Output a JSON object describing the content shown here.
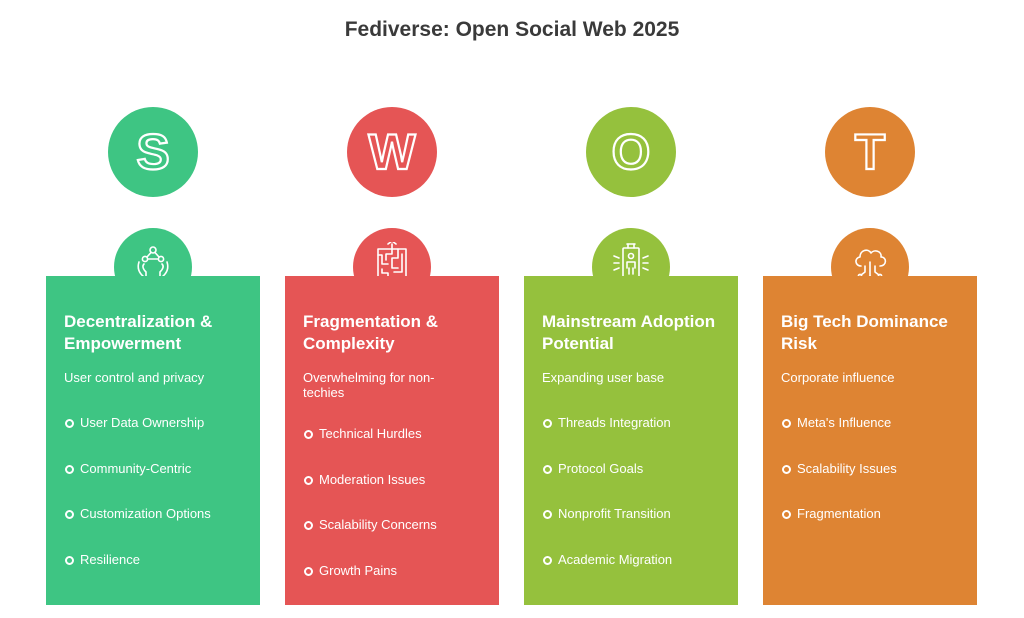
{
  "title": "Fediverse: Open Social Web 2025",
  "colors": {
    "strengths": "#3ec583",
    "weaknesses": "#e55555",
    "opportunities": "#95c13d",
    "threats": "#de8433"
  },
  "quadrants": [
    {
      "letter": "S",
      "icon": "hands-network-icon",
      "heading": "Decentralization & Empowerment",
      "subtitle": "User control and privacy",
      "items": [
        "User Data Ownership",
        "Community-Centric",
        "Customization Options",
        "Resilience"
      ]
    },
    {
      "letter": "W",
      "icon": "maze-icon",
      "heading": "Fragmentation & Complexity",
      "subtitle": "Overwhelming for non-techies",
      "items": [
        "Technical Hurdles",
        "Moderation Issues",
        "Scalability Concerns",
        "Growth Pains"
      ]
    },
    {
      "letter": "O",
      "icon": "person-spotlight-icon",
      "heading": "Mainstream Adoption Potential",
      "subtitle": "Expanding user base",
      "items": [
        "Threads Integration",
        "Protocol Goals",
        "Nonprofit Transition",
        "Academic Migration"
      ]
    },
    {
      "letter": "T",
      "icon": "cloud-network-icon",
      "heading": "Big Tech Dominance Risk",
      "subtitle": "Corporate influence",
      "items": [
        "Meta's Influence",
        "Scalability Issues",
        "Fragmentation"
      ]
    }
  ]
}
